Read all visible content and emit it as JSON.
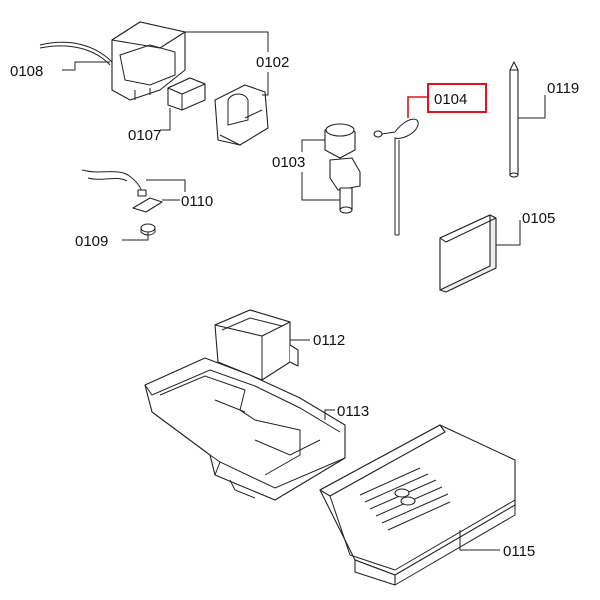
{
  "diagram": {
    "labels": {
      "p0108": "0108",
      "p0102": "0102",
      "p0107": "0107",
      "p0104": "0104",
      "p0119": "0119",
      "p0103": "0103",
      "p0110": "0110",
      "p0109": "0109",
      "p0105": "0105",
      "p0112": "0112",
      "p0113": "0113",
      "p0115": "0115"
    },
    "highlighted_part": "0104",
    "highlight_color": "#e0141e",
    "line_color": "#222222"
  }
}
